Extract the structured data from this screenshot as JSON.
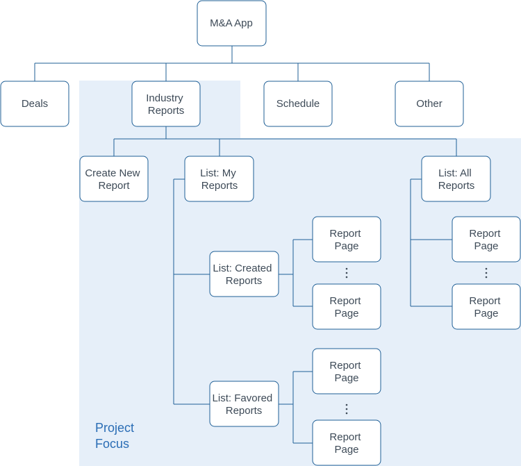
{
  "nodes": {
    "root": [
      "M&A App"
    ],
    "deals": [
      "Deals"
    ],
    "industry_reports": [
      "Industry",
      "Reports"
    ],
    "schedule": [
      "Schedule"
    ],
    "other": [
      "Other"
    ],
    "create_new_report": [
      "Create New",
      "Report"
    ],
    "list_my_reports": [
      "List: My",
      "Reports"
    ],
    "list_all_reports": [
      "List: All",
      "Reports"
    ],
    "list_created_reports": [
      "List: Created",
      "Reports"
    ],
    "list_favored_reports": [
      "List: Favored",
      "Reports"
    ],
    "report_page_created_1": [
      "Report",
      "Page"
    ],
    "report_page_created_2": [
      "Report",
      "Page"
    ],
    "report_page_favored_1": [
      "Report",
      "Page"
    ],
    "report_page_favored_2": [
      "Report",
      "Page"
    ],
    "report_page_all_1": [
      "Report",
      "Page"
    ],
    "report_page_all_2": [
      "Report",
      "Page"
    ]
  },
  "focus_area": {
    "label": [
      "Project",
      "Focus"
    ]
  }
}
